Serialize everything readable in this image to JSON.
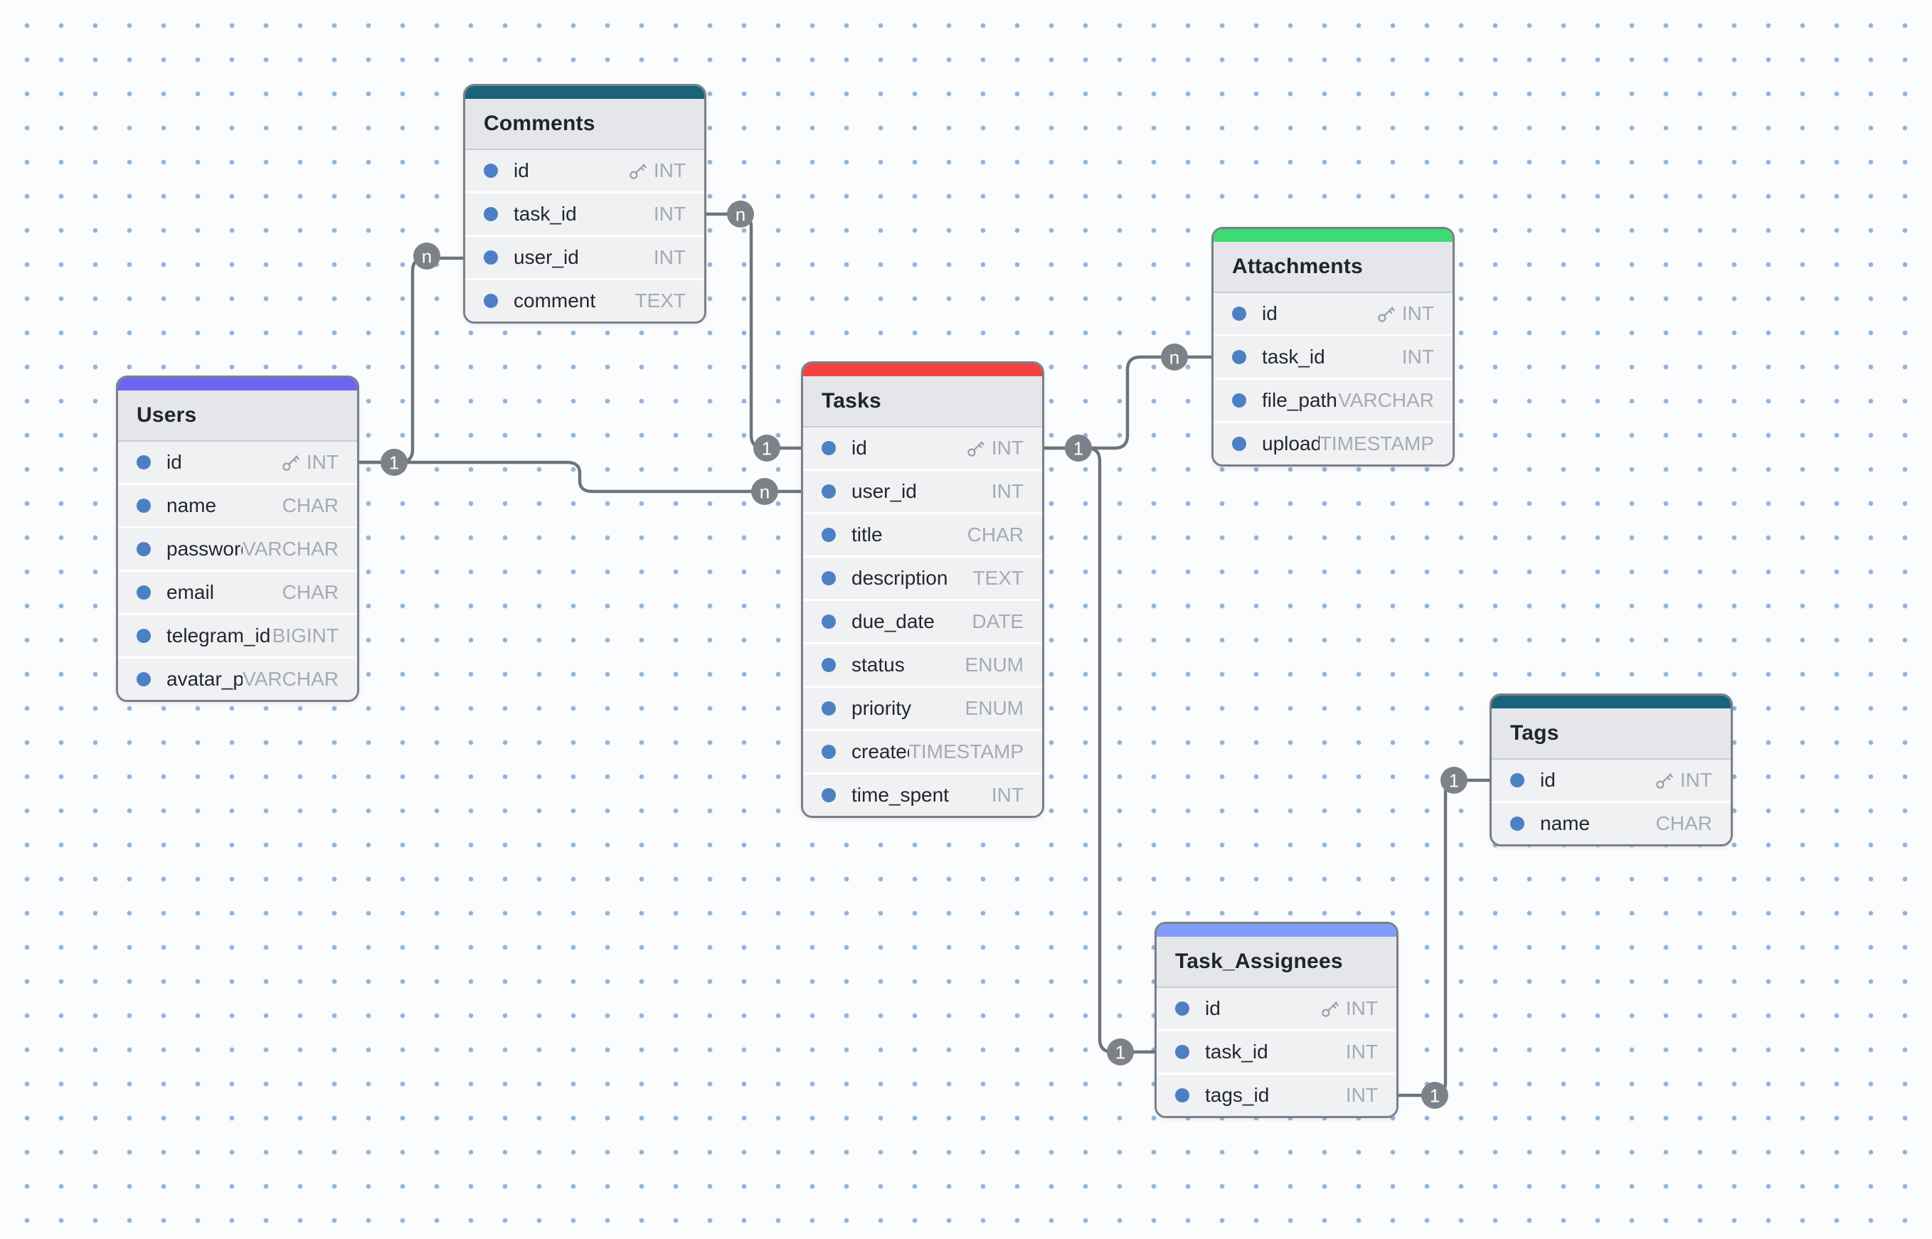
{
  "diagram": {
    "background_color": "#fbfcfe",
    "grid_dot_color": "#8fb3d9",
    "edge_color": "#6f747a",
    "cardinality_badge_color": "#7e8288",
    "tables": [
      {
        "name": "Comments",
        "accent_color": "#19637b",
        "fields": [
          {
            "name": "id",
            "type": "INT",
            "primary_key": true
          },
          {
            "name": "task_id",
            "type": "INT",
            "primary_key": false
          },
          {
            "name": "user_id",
            "type": "INT",
            "primary_key": false
          },
          {
            "name": "comment",
            "type": "TEXT",
            "primary_key": false
          }
        ]
      },
      {
        "name": "Users",
        "accent_color": "#6b65f1",
        "fields": [
          {
            "name": "id",
            "type": "INT",
            "primary_key": true
          },
          {
            "name": "name",
            "type": "CHAR",
            "primary_key": false
          },
          {
            "name": "password",
            "type": "VARCHAR",
            "primary_key": false
          },
          {
            "name": "email",
            "type": "CHAR",
            "primary_key": false
          },
          {
            "name": "telegram_id",
            "type": "BIGINT",
            "primary_key": false
          },
          {
            "name": "avatar_pa...",
            "type": "VARCHAR",
            "primary_key": false
          }
        ]
      },
      {
        "name": "Tasks",
        "accent_color": "#f34141",
        "fields": [
          {
            "name": "id",
            "type": "INT",
            "primary_key": true
          },
          {
            "name": "user_id",
            "type": "INT",
            "primary_key": false
          },
          {
            "name": "title",
            "type": "CHAR",
            "primary_key": false
          },
          {
            "name": "description",
            "type": "TEXT",
            "primary_key": false
          },
          {
            "name": "due_date",
            "type": "DATE",
            "primary_key": false
          },
          {
            "name": "status",
            "type": "ENUM",
            "primary_key": false
          },
          {
            "name": "priority",
            "type": "ENUM",
            "primary_key": false
          },
          {
            "name": "created...",
            "type": "TIMESTAMP",
            "primary_key": false
          },
          {
            "name": "time_spent",
            "type": "INT",
            "primary_key": false
          }
        ]
      },
      {
        "name": "Attachments",
        "accent_color": "#3eda73",
        "fields": [
          {
            "name": "id",
            "type": "INT",
            "primary_key": true
          },
          {
            "name": "task_id",
            "type": "INT",
            "primary_key": false
          },
          {
            "name": "file_path",
            "type": "VARCHAR",
            "primary_key": false
          },
          {
            "name": "upload...",
            "type": "TIMESTAMP",
            "primary_key": false
          }
        ]
      },
      {
        "name": "Tags",
        "accent_color": "#19637b",
        "fields": [
          {
            "name": "id",
            "type": "INT",
            "primary_key": true
          },
          {
            "name": "name",
            "type": "CHAR",
            "primary_key": false
          }
        ]
      },
      {
        "name": "Task_Assignees",
        "accent_color": "#7f9cfa",
        "fields": [
          {
            "name": "id",
            "type": "INT",
            "primary_key": true
          },
          {
            "name": "task_id",
            "type": "INT",
            "primary_key": false
          },
          {
            "name": "tags_id",
            "type": "INT",
            "primary_key": false
          }
        ]
      }
    ],
    "relationships": [
      {
        "from": "Users.id",
        "to": "Comments.user_id",
        "from_cardinality": "1",
        "to_cardinality": "n"
      },
      {
        "from": "Users.id",
        "to": "Tasks.user_id",
        "from_cardinality": "1",
        "to_cardinality": "n"
      },
      {
        "from": "Comments.task_id",
        "to": "Tasks.id",
        "from_cardinality": "n",
        "to_cardinality": "1"
      },
      {
        "from": "Tasks.id",
        "to": "Attachments.task_id",
        "from_cardinality": "1",
        "to_cardinality": "n"
      },
      {
        "from": "Tasks.id",
        "to": "Task_Assignees.task_id",
        "from_cardinality": "1",
        "to_cardinality": "1"
      },
      {
        "from": "Task_Assignees.tags_id",
        "to": "Tags.id",
        "from_cardinality": "1",
        "to_cardinality": "1"
      }
    ]
  }
}
